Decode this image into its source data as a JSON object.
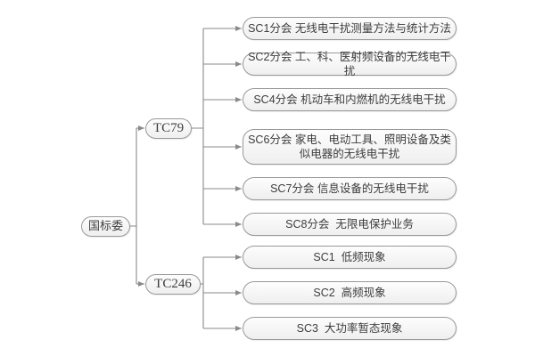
{
  "colors": {
    "line": "#8a8a8a",
    "node_border": "#999999",
    "fill_top": "#fdfdfd",
    "fill_bottom": "#efefef",
    "text": "#3d3d3d",
    "background": "#ffffff"
  },
  "tree": {
    "root": {
      "label": "国标委"
    },
    "branches": [
      {
        "label": "TC79",
        "children": [
          {
            "label": "SC1分会 无线电干扰测量方法与统计方法"
          },
          {
            "label": "SC2分会 工、科、医射频设备的无线电干扰"
          },
          {
            "label": "SC4分会 机动车和内燃机的无线电干扰"
          },
          {
            "label": "SC6分会 家电、电动工具、照明设备及类似电器的无线电干扰"
          },
          {
            "label": "SC7分会 信息设备的无线电干扰"
          },
          {
            "label": "SC8分会  无限电保护业务"
          }
        ]
      },
      {
        "label": "TC246",
        "children": [
          {
            "label": "SC1  低频现象"
          },
          {
            "label": "SC2  高频现象"
          },
          {
            "label": "SC3  大功率暂态现象"
          }
        ]
      }
    ]
  }
}
